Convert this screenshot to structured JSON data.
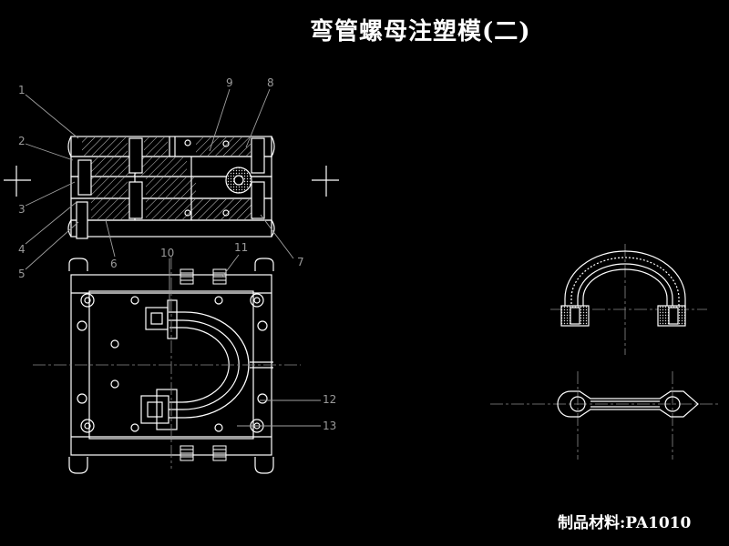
{
  "title": "弯管螺母注塑模(二)",
  "material_label": "制品材料:PA1010",
  "part_numbers": [
    "1",
    "2",
    "3",
    "4",
    "5",
    "6",
    "7",
    "8",
    "9",
    "10",
    "11",
    "12",
    "13"
  ],
  "colors": {
    "background": "#000000",
    "line": "#ffffff",
    "center": "#8a8a8a",
    "leader": "#a0a0a0"
  }
}
